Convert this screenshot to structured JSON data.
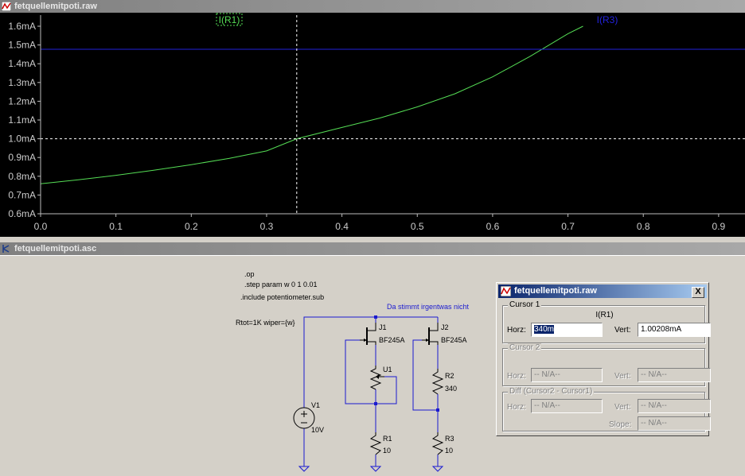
{
  "plot_window": {
    "title": "fetquellemitpoti.raw"
  },
  "chart_data": {
    "type": "line",
    "title": "",
    "xlabel": "",
    "ylabel": "",
    "xlim": [
      0.0,
      0.935
    ],
    "ylim": [
      0.6,
      1.6
    ],
    "x_ticks": [
      "0.0",
      "0.1",
      "0.2",
      "0.3",
      "0.4",
      "0.5",
      "0.6",
      "0.7",
      "0.8",
      "0.9"
    ],
    "y_ticks": [
      "1.6mA",
      "1.5mA",
      "1.4mA",
      "1.3mA",
      "1.2mA",
      "1.1mA",
      "1.0mA",
      "0.9mA",
      "0.8mA",
      "0.7mA",
      "0.6mA"
    ],
    "series": [
      {
        "name": "I(R1)",
        "color": "#55dd55",
        "x": [
          0.0,
          0.05,
          0.1,
          0.15,
          0.2,
          0.25,
          0.3,
          0.34,
          0.4,
          0.45,
          0.5,
          0.55,
          0.6,
          0.65,
          0.7,
          0.72
        ],
        "y": [
          0.76,
          0.781,
          0.805,
          0.832,
          0.862,
          0.895,
          0.935,
          1.0,
          1.06,
          1.11,
          1.17,
          1.24,
          1.33,
          1.44,
          1.56,
          1.6
        ]
      },
      {
        "name": "I(R3)",
        "color": "#2222dd",
        "x": [
          0.0,
          0.935
        ],
        "y": [
          1.477,
          1.477
        ]
      }
    ],
    "cursor": {
      "x": 0.34,
      "y": 1.0
    },
    "legend_placement": "top",
    "grid": false
  },
  "schematic_window": {
    "title": "fetquellemitpoti.asc",
    "directives": [
      ".op",
      ".step param w 0 1 0.01",
      ".include potentiometer.sub"
    ],
    "comment": "Da stimmt irgentwas nicht",
    "param_label": "Rtot=1K wiper={w}",
    "components": {
      "j1": {
        "name": "J1",
        "model": "BF245A"
      },
      "j2": {
        "name": "J2",
        "model": "BF245A"
      },
      "u1": {
        "name": "U1"
      },
      "r2": {
        "name": "R2",
        "value": "340"
      },
      "v1": {
        "name": "V1",
        "value": "10V"
      },
      "r1": {
        "name": "R1",
        "value": "10"
      },
      "r3": {
        "name": "R3",
        "value": "10"
      }
    }
  },
  "cursor_dialog": {
    "title": "fetquellemitpoti.raw",
    "close": "X",
    "cursor1": {
      "label": "Cursor 1",
      "trace": "I(R1)",
      "horz_label": "Horz:",
      "horz_value": "340m",
      "vert_label": "Vert:",
      "vert_value": "1.00208mA"
    },
    "cursor2": {
      "label": "Cursor 2",
      "horz_label": "Horz:",
      "horz_value": "-- N/A--",
      "vert_label": "Vert:",
      "vert_value": "-- N/A--"
    },
    "diff": {
      "label": "Diff (Cursor2 - Cursor1)",
      "horz_label": "Horz:",
      "horz_value": "-- N/A--",
      "vert_label": "Vert:",
      "vert_value": "-- N/A--",
      "slope_label": "Slope:",
      "slope_value": "-- N/A--"
    }
  }
}
